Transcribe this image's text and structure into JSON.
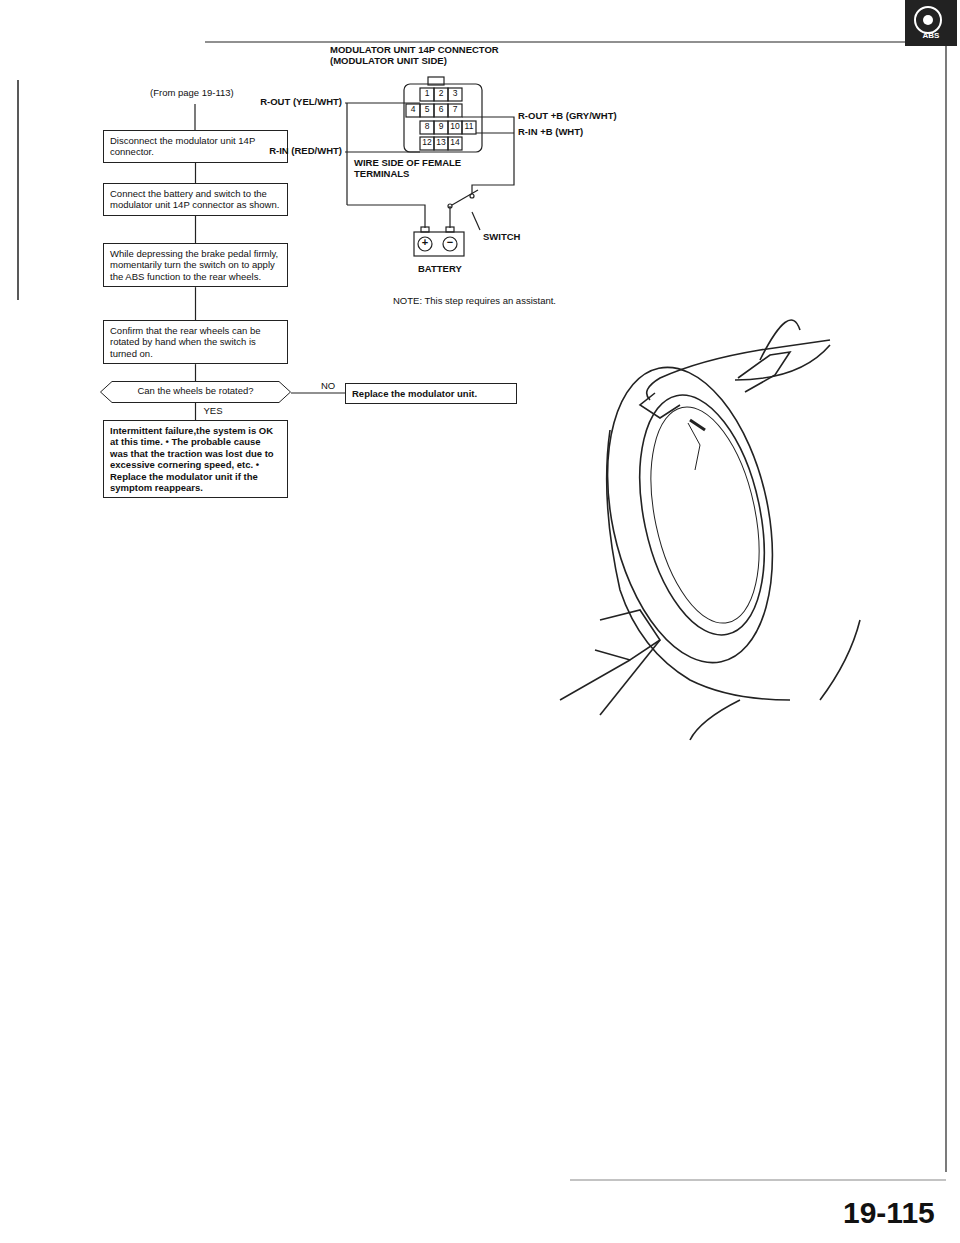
{
  "diagram": {
    "nodes": [
      {
        "text": [
          "Disconnect the modulator unit 14P connector."
        ]
      },
      {
        "text": [
          "Connect the battery and switch to the modulator unit 14P connector as shown."
        ]
      },
      {
        "text": [
          "While depressing the brake pedal firmly, momentarily turn the switch on to apply the ABS function to the rear wheels."
        ]
      },
      {
        "text": [
          "Confirm that the rear wheels can be rotated by hand when the switch is turned on."
        ]
      },
      {
        "text": [
          "Can the wheels be rotated?"
        ]
      },
      {
        "text": [
          "Replace the modulator unit."
        ]
      },
      {
        "text": [
          "Intermittent failure,the system is OK at this time. • The probable cause was that the traction was lost due to excessive cornering speed, etc. • Replace the modulator unit if the symptom reappears."
        ]
      }
    ],
    "edges": [
      {
        "from": 0,
        "to": 1,
        "arrow": "none"
      },
      {
        "from": 1,
        "to": 2,
        "arrow": "none"
      },
      {
        "from": 2,
        "to": 3,
        "arrow": "none"
      },
      {
        "from": 3,
        "to": 4,
        "arrow": "none"
      },
      {
        "from": 4,
        "to": 5,
        "label": "NO",
        "arrow": "none"
      },
      {
        "from": 4,
        "to": 6,
        "label": "YES",
        "arrow": "none"
      }
    ],
    "labels": [
      "(From page 19-113)",
      "MODULATOR UNIT 14P CONNECTOR (MODULATOR UNIT SIDE)",
      "R-OUT (YEL/WHT)",
      "R-OUT +B (GRY/WHT)",
      "R-IN +B (WHT)",
      "R-IN (RED/WHT)",
      "1",
      "2",
      "3",
      "4",
      "5",
      "6",
      "7",
      "8",
      "9",
      "10",
      "11",
      "12",
      "13",
      "14",
      "WIRE SIDE OF FEMALE TERMINALS",
      "+",
      "−",
      "SWITCH",
      "BATTERY",
      "NOTE: This step requires an assistant.",
      "ABS",
      "19-115"
    ]
  }
}
